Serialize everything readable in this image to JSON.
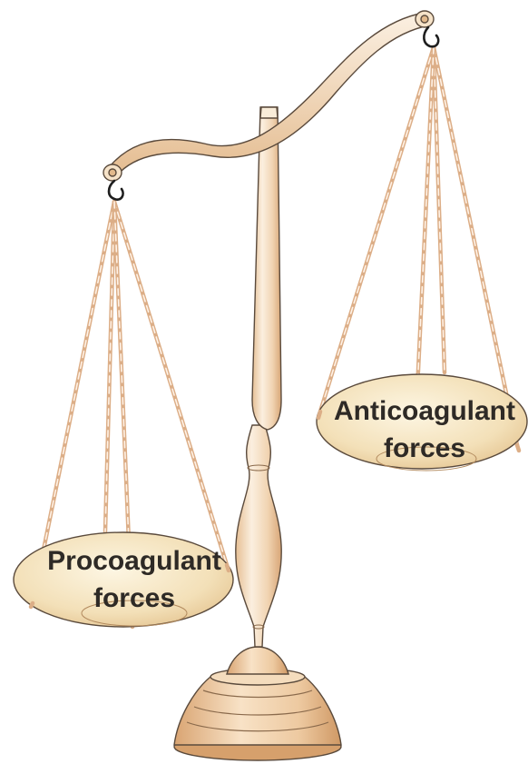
{
  "diagram": {
    "left_pan": {
      "label_line1": "Procoagulant",
      "label_line2": "forces"
    },
    "right_pan": {
      "label_line1": "Anticoagulant",
      "label_line2": "forces"
    },
    "colors": {
      "wood_light": "#f6e6cf",
      "wood_mid": "#ecc9a1",
      "wood_dark": "#d9a878",
      "pan_fill": "#f4e3bf",
      "rope": "#dcae87",
      "outline": "#5a4a3c",
      "hook": "#1e1e1e"
    },
    "icons": [
      "balance-scale-icon",
      "hook-icon"
    ]
  }
}
